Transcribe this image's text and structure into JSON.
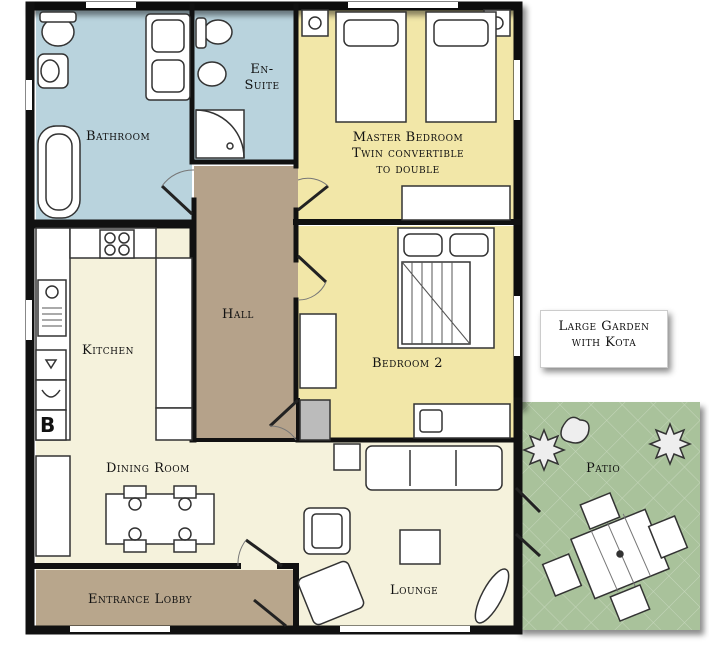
{
  "rooms": {
    "bathroom": "Bathroom",
    "ensuite_1": "En-",
    "ensuite_2": "Suite",
    "master_1": "Master Bedroom",
    "master_2": "Twin convertible",
    "master_3": "to double",
    "hall": "Hall",
    "kitchen": "Kitchen",
    "bedroom2": "Bedroom 2",
    "dining": "Dining Room",
    "patio": "Patio",
    "lounge": "Lounge",
    "lobby": "Entrance Lobby"
  },
  "garden": {
    "line1": "Large Garden",
    "line2": "with Kota"
  },
  "appliance": {
    "boiler": "B"
  },
  "colors": {
    "bathroom": "#b9d3dd",
    "bedroom": "#f2e7a8",
    "hall": "#b5a28a",
    "kitchen": "#f5f2dc",
    "lobby": "#b8a68c",
    "patio": "#a8c09a",
    "wall": "#111111"
  }
}
